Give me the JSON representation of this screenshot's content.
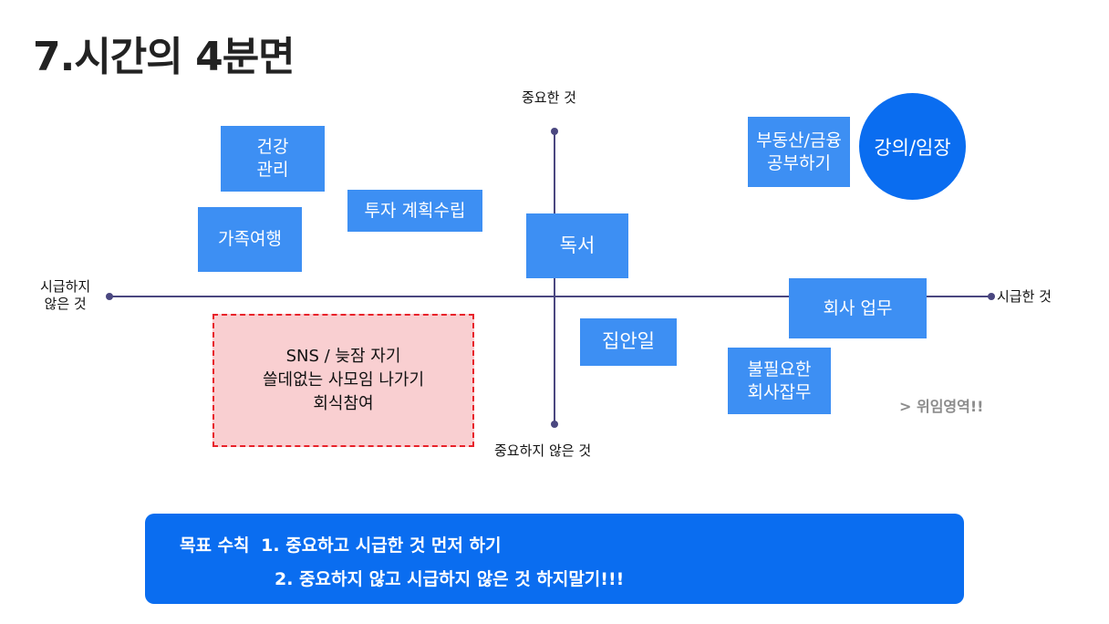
{
  "title": "7.시간의 4분면",
  "axes": {
    "top_label": "중요한 것",
    "bottom_label": "중요하지 않은 것",
    "left_label_line1": "시급하지",
    "left_label_line2": "않은 것",
    "right_label": "시급한 것",
    "color": "#4a4780"
  },
  "items": {
    "health": "건강\n관리",
    "family_trip": "가족여행",
    "investment_plan": "투자 계획수립",
    "reading": "독서",
    "real_estate": "부동산/금융\n공부하기",
    "lecture": "강의/임장",
    "company_work": "회사 업무",
    "housework": "집안일",
    "unnecessary_work": "불필요한\n회사잡무",
    "waste": "SNS / 늦잠 자기\n쓸데없는 사모임 나가기\n회식참여"
  },
  "delegate_note": "> 위임영역!!",
  "goal": {
    "line1_prefix": "목표 수칙",
    "line1": "1. 중요하고 시급한 것 먼저 하기",
    "line2": "2. 중요하지 않고 시급하지 않은 것 하지말기!!!"
  },
  "colors": {
    "box_blue": "#3d8ff3",
    "circle_blue": "#0a6df0",
    "banner_blue": "#0a6df0",
    "waste_fill": "#f9cfd1",
    "waste_border": "#e8222a",
    "note_gray": "#8c8c8c"
  }
}
